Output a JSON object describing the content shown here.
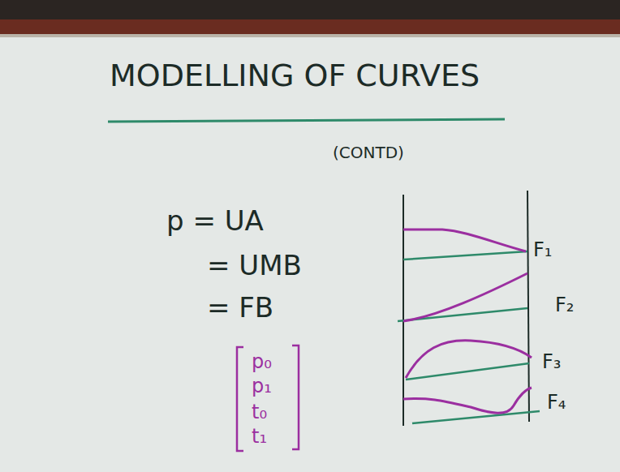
{
  "diagram": {
    "title": "MODELLING OF CURVES",
    "labels": [
      "(CONTD)",
      "p = UA",
      "= UMB",
      "= FB",
      "p₀",
      "p₁",
      "t₀",
      "t₁",
      "F₁",
      "F₂",
      "F₃",
      "F₄"
    ]
  }
}
